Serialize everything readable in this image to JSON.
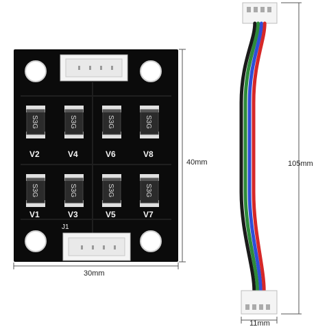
{
  "board": {
    "dimension_height": "40mm",
    "dimension_width": "30mm",
    "connector_label": "J1",
    "chip_marking": "S3G",
    "rows": [
      [
        "V2",
        "V4",
        "V6",
        "V8"
      ],
      [
        "V1",
        "V3",
        "V5",
        "V7"
      ]
    ]
  },
  "cable": {
    "dimension_length": "105mm",
    "dimension_width": "11mm",
    "wire_colors": [
      "#1a1a1a",
      "#2e8b3a",
      "#2f4fd8",
      "#d62828"
    ]
  }
}
